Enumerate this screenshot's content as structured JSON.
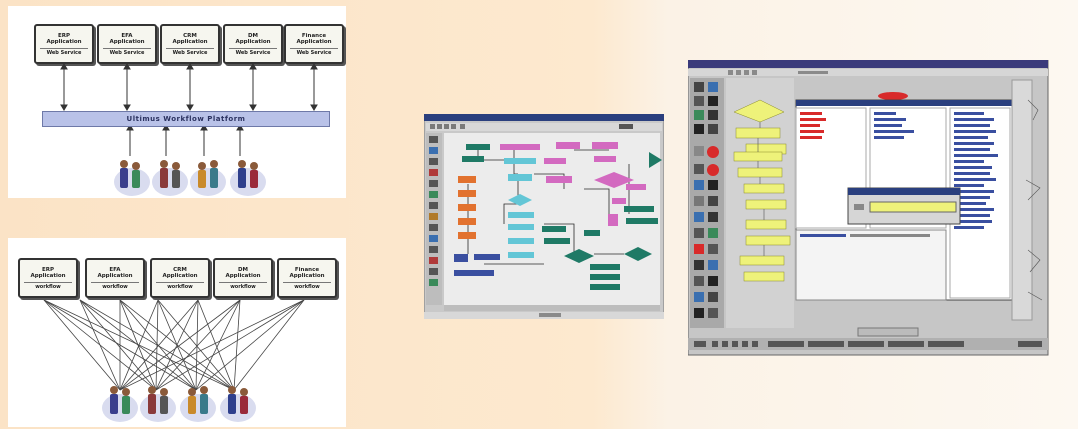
{
  "top_diagram": {
    "apps": [
      {
        "name": "ERP",
        "label": "Application"
      },
      {
        "name": "EFA",
        "label": "Application"
      },
      {
        "name": "CRM",
        "label": "Application"
      },
      {
        "name": "DM",
        "label": "Application"
      },
      {
        "name": "Finance",
        "label": "Application"
      }
    ],
    "app_service_label": "Web Service",
    "platform_label": "Ultimus Workflow Platform"
  },
  "bottom_diagram": {
    "apps": [
      {
        "name": "ERP",
        "label": "Application"
      },
      {
        "name": "EFA",
        "label": "Application"
      },
      {
        "name": "CRM",
        "label": "Application"
      },
      {
        "name": "DM",
        "label": "Application"
      },
      {
        "name": "Finance",
        "label": "Application"
      }
    ],
    "app_workflow_label": "workflow"
  },
  "colors": {
    "background": "#fbe6c9",
    "platform_bar": "#b9c2e8",
    "flow_teal": "#1f7a66",
    "flow_pink": "#d36ac0",
    "flow_orange": "#e2722f",
    "flow_cyan": "#63c6d6",
    "designer_yellow": "#eef27a"
  },
  "icons": [
    "person-icon",
    "arrow-icon",
    "toolbar-icon",
    "window-icon"
  ]
}
